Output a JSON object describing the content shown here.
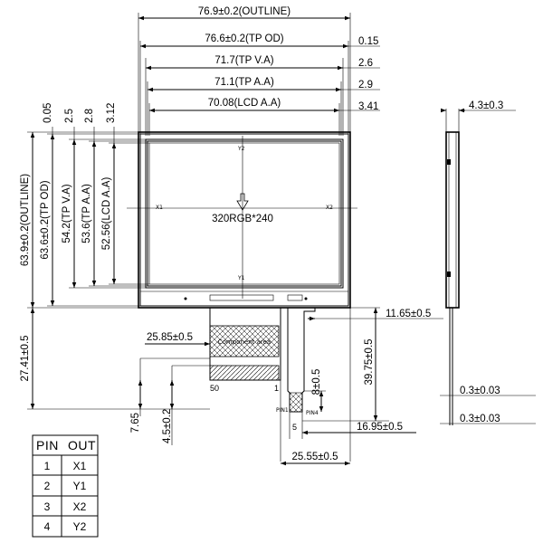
{
  "top_dims": {
    "outline": "76.9±0.2(OUTLINE)",
    "tp_od": "76.6±0.2(TP OD)",
    "tp_va": "71.7(TP V.A)",
    "tp_aa": "71.1(TP A.A)",
    "lcd_aa": "70.08(LCD A.A)",
    "off_015": "0.15",
    "off_26": "2.6",
    "off_29": "2.9",
    "off_341": "3.41"
  },
  "left_dims": {
    "outline": "63.9±0.2(OUTLINE)",
    "tp_od": "63.6±0.2(TP OD)",
    "tp_va": "54.2(TP V.A)",
    "tp_aa": "53.6(TP A.A)",
    "lcd_aa": "52.56(LCD A.A)",
    "off_005": "0.05",
    "off_25": "2.5",
    "off_28": "2.8",
    "off_312": "3.12",
    "fpc_len": "27.41±0.5",
    "d765": "7.65",
    "d45": "4.5±0.2"
  },
  "screen": {
    "label": "320RGB*240",
    "x1": "X1",
    "x2": "X2",
    "y1": "Y1",
    "y2": "Y2"
  },
  "fpc": {
    "component_area": "Component area",
    "pin50": "50",
    "pin1": "1",
    "pin1_label": "PIN1",
    "pin4_label": "PIN4",
    "d2585": "25.85±0.5",
    "d1165": "11.65±0.5",
    "d3975": "39.75±0.5",
    "d8": "8±0.5",
    "d5": "5",
    "d1695": "16.95±0.5",
    "d2555": "25.55±0.5"
  },
  "side": {
    "thickness": "4.3±0.3",
    "d003a": "0.3±0.03",
    "d003b": "0.3±0.03"
  },
  "pin_table": {
    "head_pin": "PIN",
    "head_out": "OUT",
    "rows": [
      {
        "pin": "1",
        "out": "X1"
      },
      {
        "pin": "2",
        "out": "Y1"
      },
      {
        "pin": "3",
        "out": "X2"
      },
      {
        "pin": "4",
        "out": "Y2"
      }
    ]
  }
}
